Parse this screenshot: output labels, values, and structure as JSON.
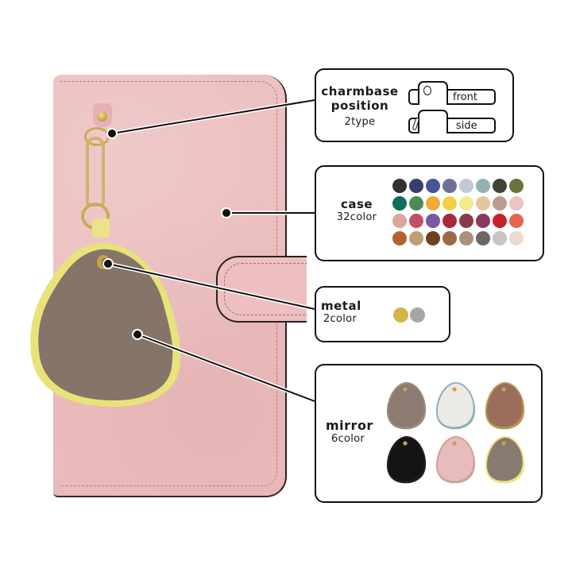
{
  "product": {
    "case_color": "#ecbdbe",
    "mirror_color": "#857468",
    "mirror_rim_color": "#e7e37a",
    "hardware_color": "#cfb46a"
  },
  "callouts": {
    "charmbase": {
      "title_line1": "charmbase",
      "title_line2": "position",
      "subtitle": "2type",
      "options": [
        {
          "label": "front",
          "icon": "front-charm-icon"
        },
        {
          "label": "side",
          "icon": "side-charm-icon"
        }
      ]
    },
    "case": {
      "title": "case",
      "subtitle": "32color",
      "swatches": [
        "#2f3331",
        "#37406a",
        "#465593",
        "#6c7199",
        "#c2c8d4",
        "#93b1b2",
        "#3e4535",
        "#6c7238",
        "#0f6f5a",
        "#4d8a54",
        "#f1ac36",
        "#f3cf43",
        "#f3e98e",
        "#e7c4a1",
        "#c09b8d",
        "#ecc5c2",
        "#dba697",
        "#c54e66",
        "#7c57a3",
        "#a8283a",
        "#8a3a48",
        "#8c3860",
        "#c7202f",
        "#e4674e",
        "#b3622e",
        "#bf9f77",
        "#6d4220",
        "#9b6a44",
        "#aa917a",
        "#6f6663",
        "#c8c4be",
        "#eadbce"
      ]
    },
    "metal": {
      "title": "metal",
      "subtitle": "2color",
      "colors": [
        "#d2b648",
        "#a6a6a6"
      ]
    },
    "mirror": {
      "title": "mirror",
      "subtitle": "6color",
      "items": [
        {
          "fill": "#8c7b71",
          "rim": "#9c8a7f"
        },
        {
          "fill": "#ebeae7",
          "rim": "#8fb0b8"
        },
        {
          "fill": "#9a6e5a",
          "rim": "#b8964f"
        },
        {
          "fill": "#141414",
          "rim": "#1f1f1f"
        },
        {
          "fill": "#e9bcbc",
          "rim": "#d0a09a"
        },
        {
          "fill": "#867a73",
          "rim": "#ece17a"
        }
      ]
    }
  }
}
